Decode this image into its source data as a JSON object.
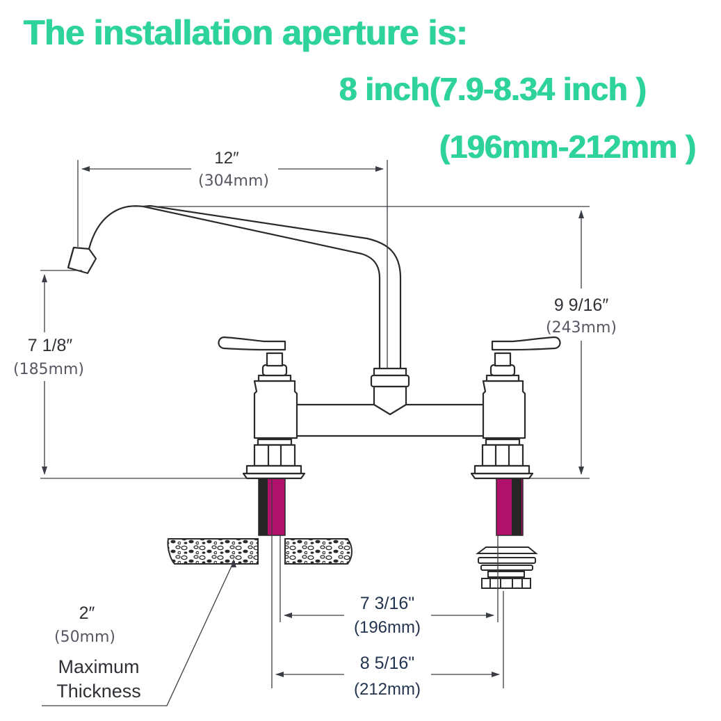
{
  "title": {
    "line1": "The installation aperture is:",
    "line2": "8 inch(7.9-8.34 inch )",
    "line3": "(196mm-212mm )"
  },
  "dimensions": {
    "spout_reach": {
      "imperial": "12″",
      "metric": "(304mm)"
    },
    "spout_clearance": {
      "imperial": "7  1/8″",
      "metric": "(185mm)"
    },
    "overall_height": {
      "imperial": "9  9/16″",
      "metric": "(243mm)"
    },
    "counter_thickness": {
      "imperial": "2″",
      "metric": "(50mm)",
      "label_line1": "Maximum",
      "label_line2": "Thickness"
    },
    "inner_spacing": {
      "imperial": "7  3/16\"",
      "metric": "(196mm)"
    },
    "outer_spacing": {
      "imperial": "8  5/16\"",
      "metric": "(212mm)"
    }
  },
  "colors": {
    "headline": "#2ed39a",
    "shank": "#b0116b",
    "line": "#3a3d44",
    "dimension_text": "#23344f"
  }
}
